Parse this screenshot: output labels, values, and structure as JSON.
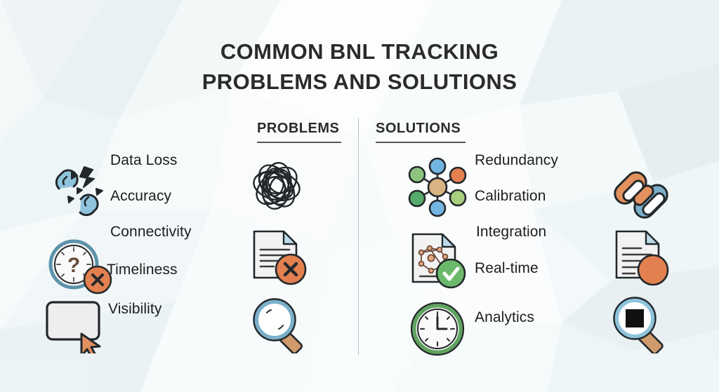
{
  "page": {
    "title_line1": "COMMON BNL TRACKING",
    "title_line2": "PROBLEMS AND SOLUTIONS",
    "background_style": "low-poly geometric pale blue-white"
  },
  "colors": {
    "text": "#1d1d1d",
    "title": "#2b2b2b",
    "rule": "#59595b",
    "divider": "#b9bfc2",
    "blue": "#7aafc9",
    "light_blue": "#8fc4dc",
    "orange": "#e3804f",
    "green": "#5fa35f",
    "light_green": "#8cc47f",
    "tan": "#cf9a6c",
    "paper": "#f2f2f2",
    "dark": "#2d2d2d",
    "background": "#f4f8f9"
  },
  "columns": {
    "problems": {
      "label": "PROBLEMS"
    },
    "solutions": {
      "label": "SOLUTIONS"
    }
  },
  "problem_items": [
    {
      "label": "Data Loss",
      "left_icon": "broken-chain-icon",
      "center_icon": "tangled-scribble-icon"
    },
    {
      "label": "Accuracy",
      "left_icon": "",
      "center_icon": ""
    },
    {
      "label": "Connectivity",
      "left_icon": "clock-question-x-icon",
      "center_icon": "document-x-icon"
    },
    {
      "label": "Timeliness",
      "left_icon": "",
      "center_icon": ""
    },
    {
      "label": "Visibility",
      "left_icon": "blank-screen-cursor-icon",
      "center_icon": "magnifier-icon"
    }
  ],
  "solution_items": [
    {
      "label": "Redundancy",
      "center_icon": "network-hub-icon",
      "right_icon": "linked-chain-icon"
    },
    {
      "label": "Calibration",
      "center_icon": "",
      "right_icon": ""
    },
    {
      "label": "Integration",
      "center_icon": "document-nodes-check-icon",
      "right_icon": "document-circle-icon"
    },
    {
      "label": "Real-time",
      "center_icon": "",
      "right_icon": ""
    },
    {
      "label": "Analytics",
      "center_icon": "clock-green-icon",
      "right_icon": "magnifier-square-icon"
    }
  ],
  "icons": {
    "broken-chain-icon": "broken chain link, blue",
    "clock-question-x-icon": "clock with question mark and orange X badge",
    "blank-screen-cursor-icon": "blank screen with orange cursor",
    "tangled-scribble-icon": "tangled loops scribble, black",
    "document-x-icon": "document with orange X badge",
    "magnifier-icon": "magnifying glass, blue lens, tan handle",
    "network-hub-icon": "hub and spoke network of colored nodes",
    "document-nodes-check-icon": "document with node graph and green check badge",
    "clock-green-icon": "green analog clock",
    "linked-chain-icon": "two connected chain links, orange and blue",
    "document-circle-icon": "document with solid orange circle",
    "magnifier-square-icon": "magnifying glass with black square"
  }
}
